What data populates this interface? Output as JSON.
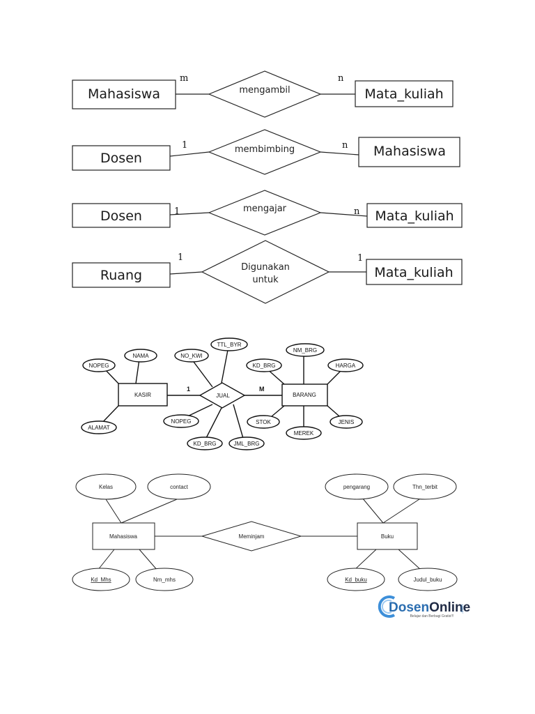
{
  "diagram1": {
    "rows": [
      {
        "left": "Mahasiswa",
        "relation": [
          "mengambil"
        ],
        "right": "Mata_kuliah",
        "left_card": "m",
        "right_card": "n"
      },
      {
        "left": "Dosen",
        "relation": [
          "membimbing"
        ],
        "right": "Mahasiswa",
        "left_card": "1",
        "right_card": "n"
      },
      {
        "left": "Dosen",
        "relation": [
          "mengajar"
        ],
        "right": "Mata_kuliah",
        "left_card": "1",
        "right_card": "n"
      },
      {
        "left": "Ruang",
        "relation": [
          "Digunakan",
          "untuk"
        ],
        "right": "Mata_kuliah",
        "left_card": "1",
        "right_card": "1"
      }
    ]
  },
  "diagram2": {
    "kasir": "KASIR",
    "jual": "JUAL",
    "barang": "BARANG",
    "card_left": "1",
    "card_right": "M",
    "attrs": {
      "nopeg_k": "NOPEG",
      "nama": "NAMA",
      "alamat": "ALAMAT",
      "no_kwi": "NO_KWI",
      "ttl_byr": "TTL_BYR",
      "nopeg_j": "NOPEG",
      "kd_brg_j": "KD_BRG",
      "jml_brg": "JML_BRG",
      "nm_brg": "NM_BRG",
      "kd_brg_b": "KD_BRG",
      "harga": "HARGA",
      "stok": "STOK",
      "merek": "MEREK",
      "jenis": "JENIS"
    }
  },
  "diagram3": {
    "mahasiswa": "Mahasiswa",
    "meminjam": "Meminjam",
    "buku": "Buku",
    "attrs": {
      "kelas": "Kelas",
      "contact": "contact",
      "kd_mhs": "Kd_Mhs",
      "nm_mhs": "Nm_mhs",
      "pengarang": "pengarang",
      "thn_terbit": "Thn_terbit",
      "kd_buku": "Kd_buku",
      "judul_buku": "Judul_buku"
    }
  },
  "logo": {
    "brand": "DosenOnline",
    "domain": ".com",
    "tagline": "Belajar dan Berbagi Gratis!!!",
    "colors": {
      "dosen": "#2a6db0",
      "online": "#1f2a44",
      "swoosh": "#3d8fd9"
    }
  }
}
